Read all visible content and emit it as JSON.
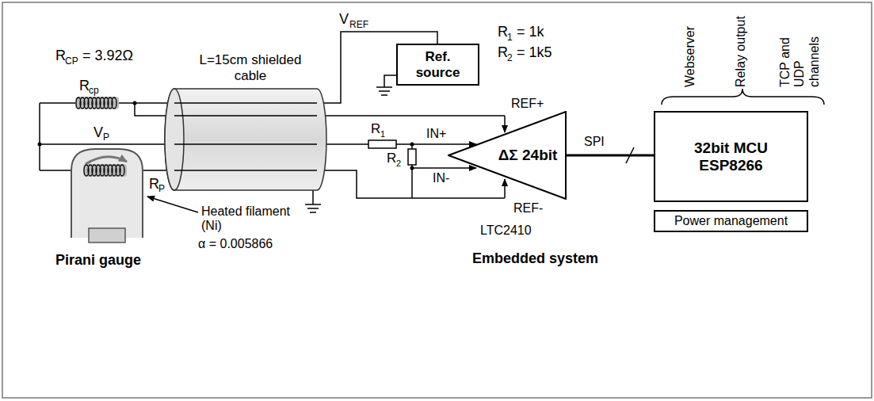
{
  "diagram": {
    "nodes": [
      {
        "text": [
          "Ref. source"
        ]
      },
      {
        "text": [
          "ΔΣ 24bit"
        ]
      },
      {
        "text": [
          "32bit MCU ESP8266"
        ]
      },
      {
        "text": [
          "Power management"
        ]
      }
    ],
    "edges": [
      {
        "from": 1,
        "to": 2,
        "arrow": "none",
        "label": "SPI"
      }
    ],
    "labels": [
      "R",
      "CP",
      "= 3.92Ω",
      "R",
      "cp",
      "V",
      "P",
      "R",
      "P",
      "L=15cm shielded cable",
      "V",
      "REF",
      "R",
      "1",
      "= 1k",
      "R",
      "2",
      "= 1k5",
      "IN+",
      "R",
      "1",
      "R",
      "2",
      "IN-",
      "REF+",
      "REF-",
      "LTC2410",
      "Heated filament (Ni)",
      "α = 0.005866",
      "Pirani gauge",
      "Embedded system",
      "Webserver",
      "Relay output",
      "TCP and UDP channels"
    ]
  }
}
